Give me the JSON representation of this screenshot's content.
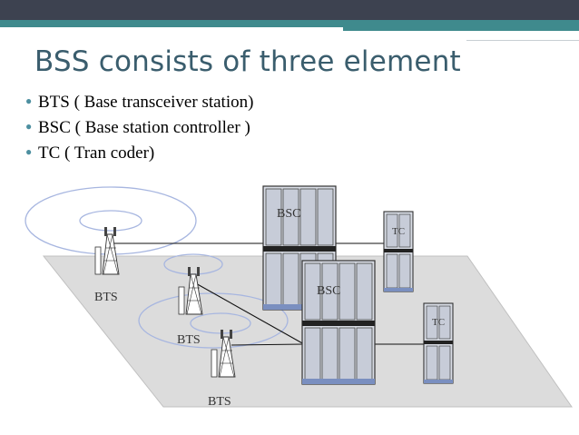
{
  "slide": {
    "title": "BSS consists of three element",
    "bullets": [
      "BTS ( Base transceiver station)",
      "BSC ( Base station controller )",
      "TC ( Tran coder)"
    ]
  },
  "diagram": {
    "bts_labels": [
      "BTS",
      "BTS",
      "BTS"
    ],
    "bsc_labels": [
      "BSC",
      "BSC"
    ],
    "tc_labels": [
      "TC",
      "TC"
    ]
  },
  "colors": {
    "header_dark": "#3d4250",
    "header_teal": "#3f8a8d",
    "title": "#3a5d6d",
    "bullet": "#4d8fa0",
    "floor": "#dcdcdc",
    "cabinet": "#d9dde6",
    "ellipse": "#a7b6e0"
  }
}
